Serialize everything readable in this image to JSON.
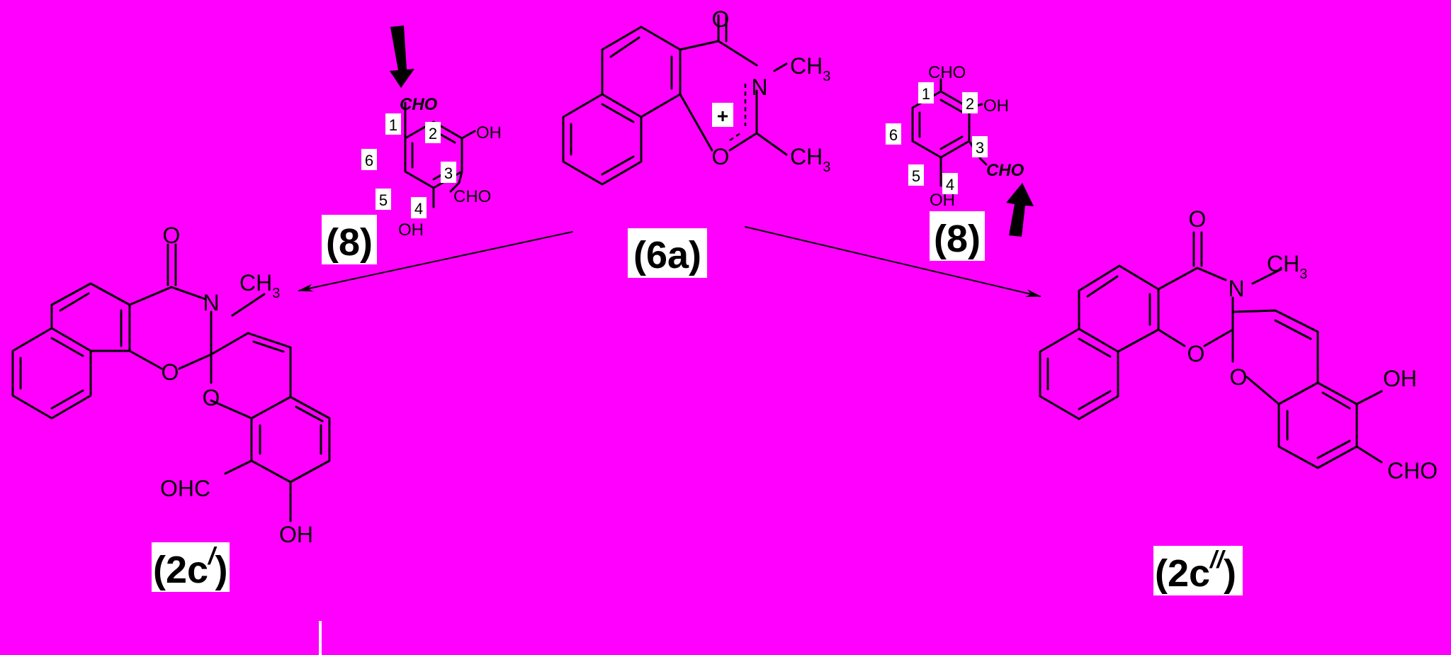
{
  "atoms": {
    "o": "O",
    "n": "N",
    "ch": "CH",
    "three": "3",
    "oh": "OH",
    "cho": "CHO",
    "ohc": "OHC"
  },
  "positions": {
    "p1": "1",
    "p2": "2",
    "p3": "3",
    "p4": "4",
    "p5": "5",
    "p6": "6"
  },
  "charge": "+",
  "compounds": {
    "c6a": "(6a)",
    "c8": "(8)",
    "c2c_prime_base": "(2c",
    "c2c_prime_mark": "/",
    "c2c_prime_close": ")",
    "c2c_dprime_base": "(2c",
    "c2c_dprime_mark": "//",
    "c2c_dprime_close": ")"
  },
  "colors": {
    "background": "#ff00ff",
    "ink": "#000000",
    "label_box": "#ffffff"
  }
}
